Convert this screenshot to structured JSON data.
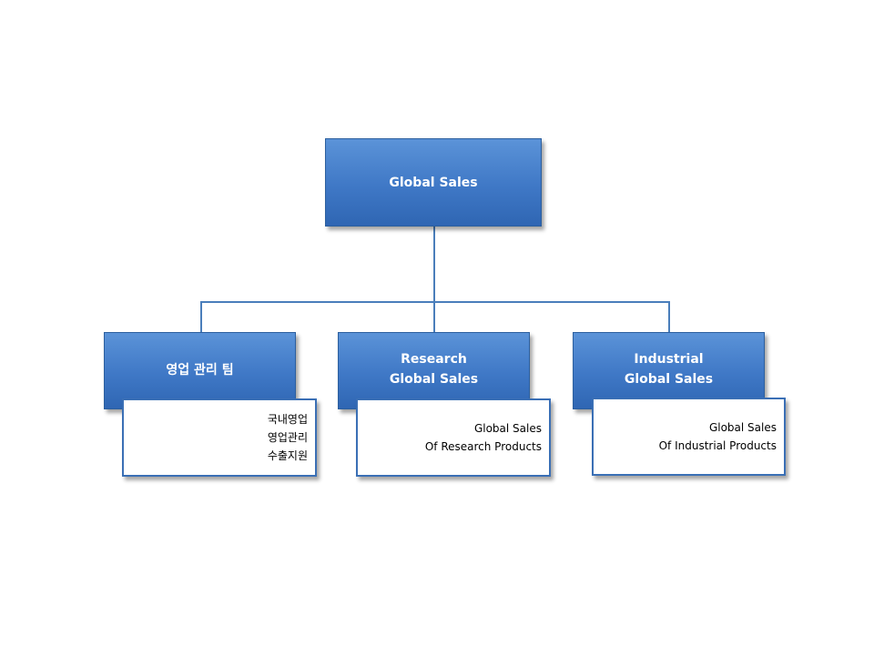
{
  "root": {
    "label": "Global Sales"
  },
  "children": [
    {
      "title": [
        "영업 관리 팀"
      ],
      "details": [
        "국내영업",
        "영업관리",
        "수출지원"
      ]
    },
    {
      "title": [
        "Research",
        "Global Sales"
      ],
      "details": [
        "Global Sales",
        "Of Research Products"
      ]
    },
    {
      "title": [
        "Industrial",
        "Global Sales"
      ],
      "details": [
        "Global Sales",
        "Of Industrial Products"
      ]
    }
  ],
  "colors": {
    "box": "#3f78c6",
    "line": "#4a7ebb",
    "detail_border": "#3a6fb5"
  }
}
